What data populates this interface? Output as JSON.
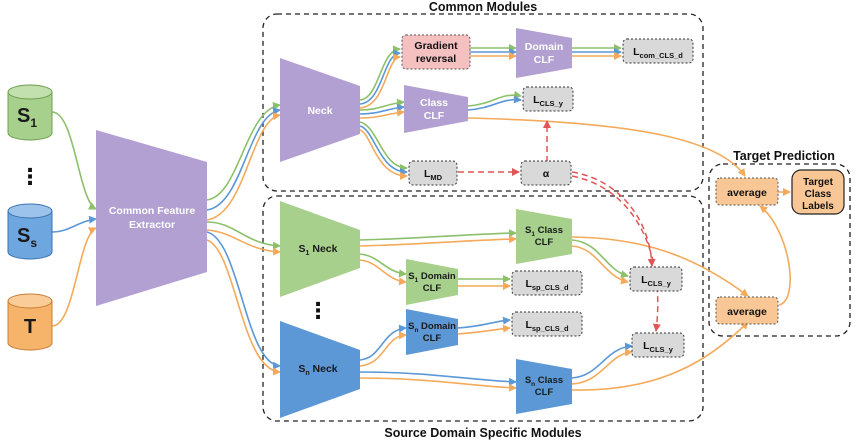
{
  "titles": {
    "common_modules": "Common Modules",
    "source_specific": "Source Domain Specific Modules",
    "target_prediction": "Target Prediction"
  },
  "inputs": {
    "s1": {
      "main": "S",
      "sub": "1"
    },
    "ss": {
      "main": "S",
      "sub": "s"
    },
    "t": {
      "main": "T"
    },
    "ellipsis": "⋮"
  },
  "extractor": {
    "line1": "Common Feature",
    "line2": "Extractor"
  },
  "common": {
    "neck": "Neck",
    "grad_rev": {
      "line1": "Gradient",
      "line2": "reversal"
    },
    "domain_clf": {
      "line1": "Domain",
      "line2": "CLF"
    },
    "class_clf": {
      "line1": "Class",
      "line2": "CLF"
    },
    "loss_com_d": {
      "main": "L",
      "sub": "com_CLS_d"
    },
    "loss_cls_y": {
      "main": "L",
      "sub": "CLS_y"
    },
    "loss_md": {
      "main": "L",
      "sub": "MD"
    },
    "alpha": "α"
  },
  "specific": {
    "s1_neck": {
      "main": "S",
      "sub": "1",
      "rest": " Neck"
    },
    "sn_neck": {
      "main": "S",
      "sub": "n",
      "rest": " Neck"
    },
    "s1_domain": {
      "main": "S",
      "sub": "1",
      "rest": " Domain",
      "line2": "CLF"
    },
    "sn_domain": {
      "main": "S",
      "sub": "n",
      "rest": " Domain",
      "line2": "CLF"
    },
    "s1_class": {
      "main": "S",
      "sub": "1",
      "rest": " Class",
      "line2": "CLF"
    },
    "sn_class": {
      "main": "S",
      "sub": "n",
      "rest": " Class",
      "line2": "CLF"
    },
    "loss_sp1": {
      "main": "L",
      "sub": "sp_CLS_d"
    },
    "loss_sp2": {
      "main": "L",
      "sub": "sp_CLS_d"
    },
    "loss_cls1": {
      "main": "L",
      "sub": "CLS_y"
    },
    "loss_cls2": {
      "main": "L",
      "sub": "CLS_y"
    },
    "ellipsis": "⋮"
  },
  "target": {
    "average1": "average",
    "average2": "average",
    "labels": {
      "line1": "Target",
      "line2": "Class",
      "line3": "Labels"
    }
  },
  "colors": {
    "green": "#8cc06a",
    "blue": "#5c97d6",
    "orange": "#f4aa5a",
    "purple": "#b3a0d2",
    "pink": "#f4c0c0",
    "red": "#e05555"
  }
}
